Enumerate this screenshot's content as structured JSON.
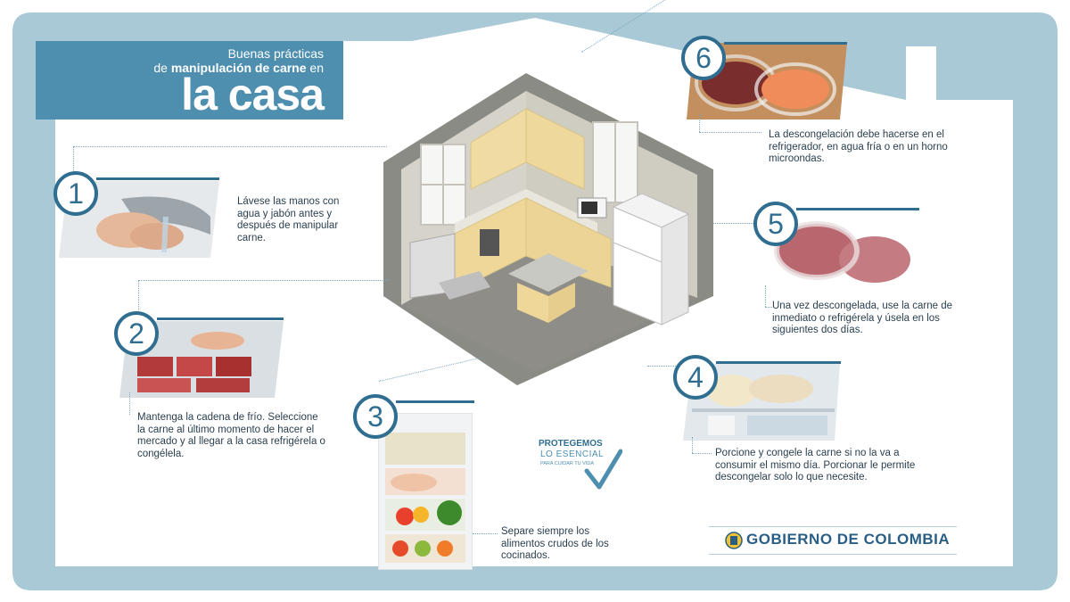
{
  "header": {
    "line1": "Buenas prácticas",
    "line2_prefix": "de ",
    "line2_bold": "manipulación de carne",
    "line2_suffix": " en",
    "title": "la casa"
  },
  "steps": [
    {
      "number": "1",
      "text": "Lávese las manos con agua y jabón antes y después de manipular carne."
    },
    {
      "number": "2",
      "text": "Mantenga la cadena de frío. Seleccione la carne al último momento de hacer el mercado y al llegar a la casa refrigérela o congélela."
    },
    {
      "number": "3",
      "text": "Separe siempre los alimentos crudos de los cocinados."
    },
    {
      "number": "4",
      "text": "Porcione y congele la carne si no la va a consumir el mismo día. Porcionar le permite descongelar solo lo que necesite."
    },
    {
      "number": "5",
      "text": "Una vez descongelada, use la carne de inmediato o refrigérela y úsela en los siguientes dos días."
    },
    {
      "number": "6",
      "text": "La descongelación debe hacerse en el refrigerador, en agua fría o en un horno microondas."
    }
  ],
  "slogan": {
    "line1": "PROTEGEMOS",
    "line2": "LO ESENCIAL",
    "line3": "PARA CUIDAR TU VIDA"
  },
  "footer": {
    "government": "GOBIERNO DE COLOMBIA"
  },
  "colors": {
    "frame": "#a9c9d7",
    "banner": "#4e8fb0",
    "accent": "#2f6e90",
    "text": "#2a3f4f"
  }
}
